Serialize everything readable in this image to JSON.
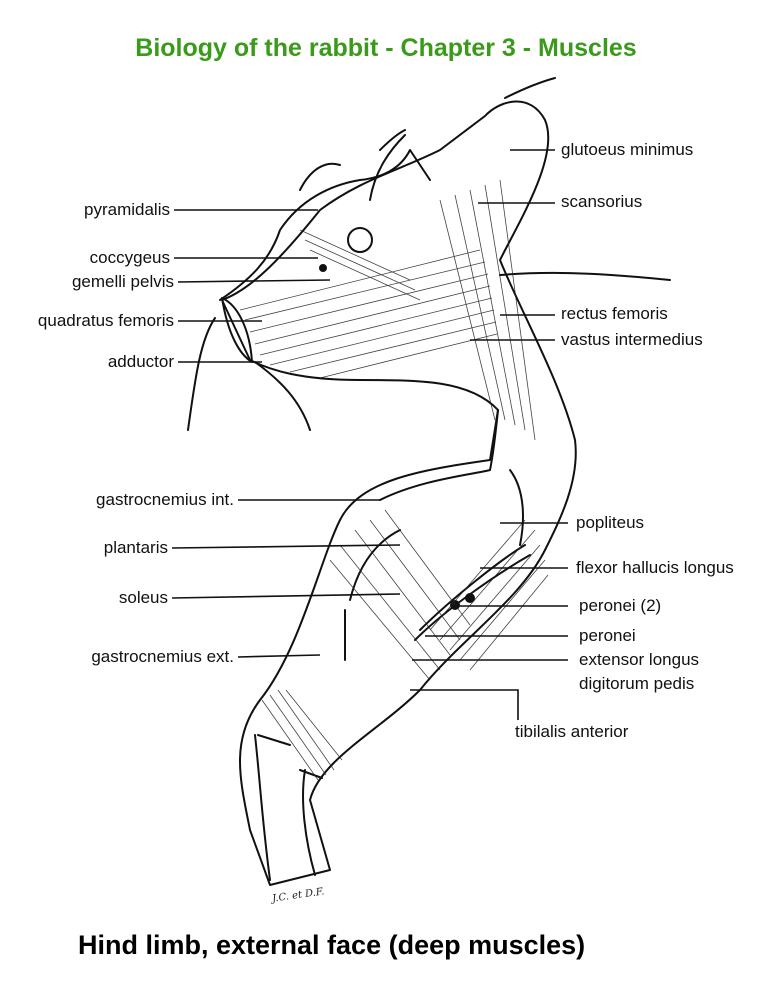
{
  "title": "Biology of the rabbit - Chapter 3 - Muscles",
  "caption": "Hind limb, external face (deep muscles)",
  "signature": "J.C. et D.F.",
  "colors": {
    "title": "#3a9a1a",
    "ink": "#111111"
  },
  "labels_left": {
    "pyramidalis": "pyramidalis",
    "coccygeus": "coccygeus",
    "gemelli_pelvis": "gemelli pelvis",
    "quadratus_femoris": "quadratus femoris",
    "adductor": "adductor",
    "gastrocnemius_int": "gastrocnemius int.",
    "plantaris": "plantaris",
    "soleus": "soleus",
    "gastrocnemius_ext": "gastrocnemius ext."
  },
  "labels_right": {
    "glutoeus_minimus": "glutoeus minimus",
    "scansorius": "scansorius",
    "rectus_femoris": "rectus femoris",
    "vastus_intermedius": "vastus intermedius",
    "popliteus": "popliteus",
    "flexor_hallucis_longus": "flexor hallucis longus",
    "peronei_2": "peronei (2)",
    "peronei": "peronei",
    "extensor_longus_1": "extensor longus",
    "extensor_longus_2": "digitorum pedis",
    "tibilalis_anterior": "tibilalis anterior"
  }
}
